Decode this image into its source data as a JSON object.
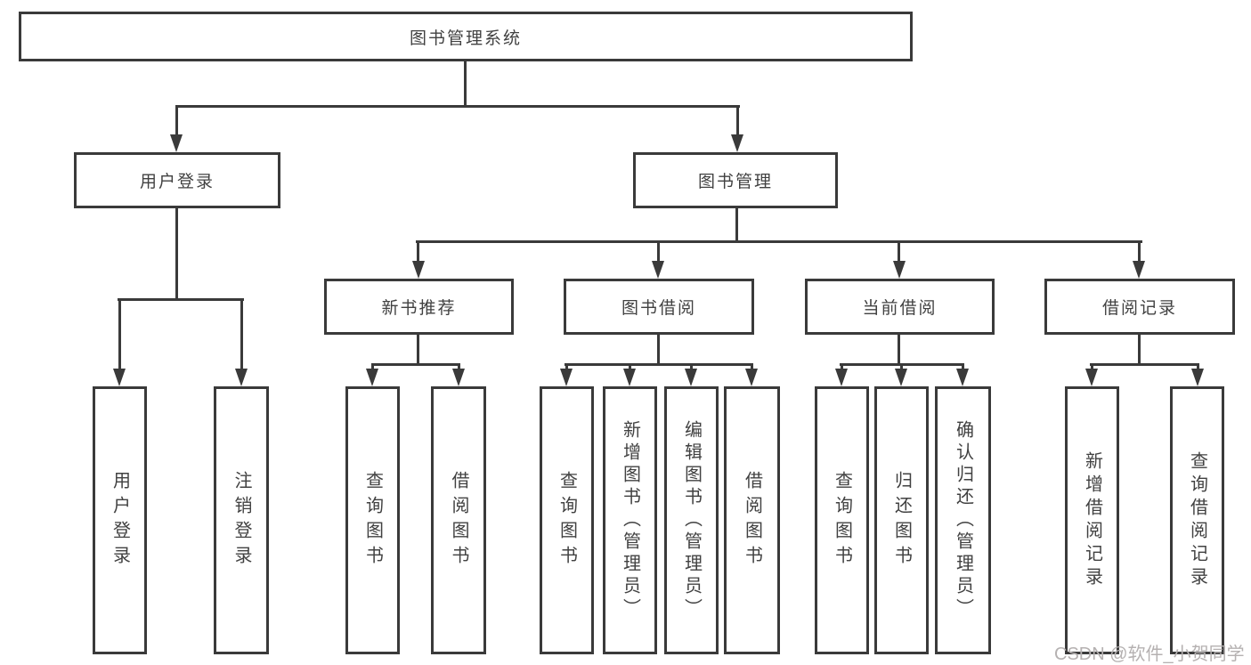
{
  "tree": {
    "label": "图书管理系统",
    "children": [
      {
        "label": "用户登录",
        "children": [
          {
            "label": "用户登录"
          },
          {
            "label": "注销登录"
          }
        ]
      },
      {
        "label": "图书管理",
        "children": [
          {
            "label": "新书推荐",
            "children": [
              {
                "label": "查询图书"
              },
              {
                "label": "借阅图书"
              }
            ]
          },
          {
            "label": "图书借阅",
            "children": [
              {
                "label": "查询图书"
              },
              {
                "label": "新增图书（管理员）"
              },
              {
                "label": "编辑图书（管理员）"
              },
              {
                "label": "借阅图书"
              }
            ]
          },
          {
            "label": "当前借阅",
            "children": [
              {
                "label": "查询图书"
              },
              {
                "label": "归还图书"
              },
              {
                "label": "确认归还（管理员）"
              }
            ]
          },
          {
            "label": "借阅记录",
            "children": [
              {
                "label": "新增借阅记录"
              },
              {
                "label": "查询借阅记录"
              }
            ]
          }
        ]
      }
    ]
  },
  "watermark": {
    "text": "CSDN @软件_小贺同学"
  },
  "colors": {
    "line": "#3a3a3a",
    "text": "#414141",
    "box-bg": "#ffffff",
    "page-bg": "#ffffff",
    "watermark": "#b5b1b1"
  }
}
